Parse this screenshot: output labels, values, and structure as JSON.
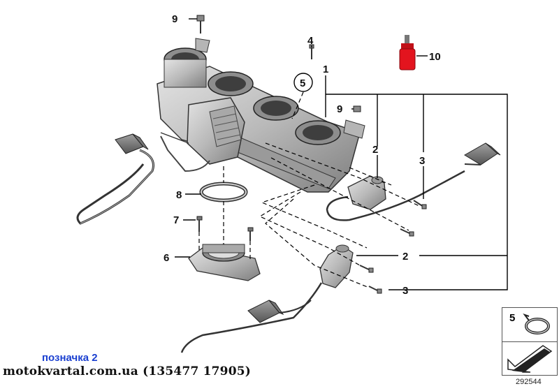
{
  "callouts": {
    "p1": "1",
    "p2a": "2",
    "p2b": "2",
    "p3a": "3",
    "p3b": "3",
    "p4": "4",
    "p5": "5",
    "p6": "6",
    "p7": "7",
    "p8": "8",
    "p9a": "9",
    "p9b": "9",
    "p10": "10"
  },
  "legend": {
    "badge": "5"
  },
  "watermark": {
    "note": "позначка 2",
    "site": "motokvartal.com.ua (135477 17905)"
  },
  "diagram_number": "292544",
  "colors": {
    "sealant": "#e3141e",
    "watermark_note": "#1a3fd0",
    "part_fill": "#c9c9c9"
  }
}
